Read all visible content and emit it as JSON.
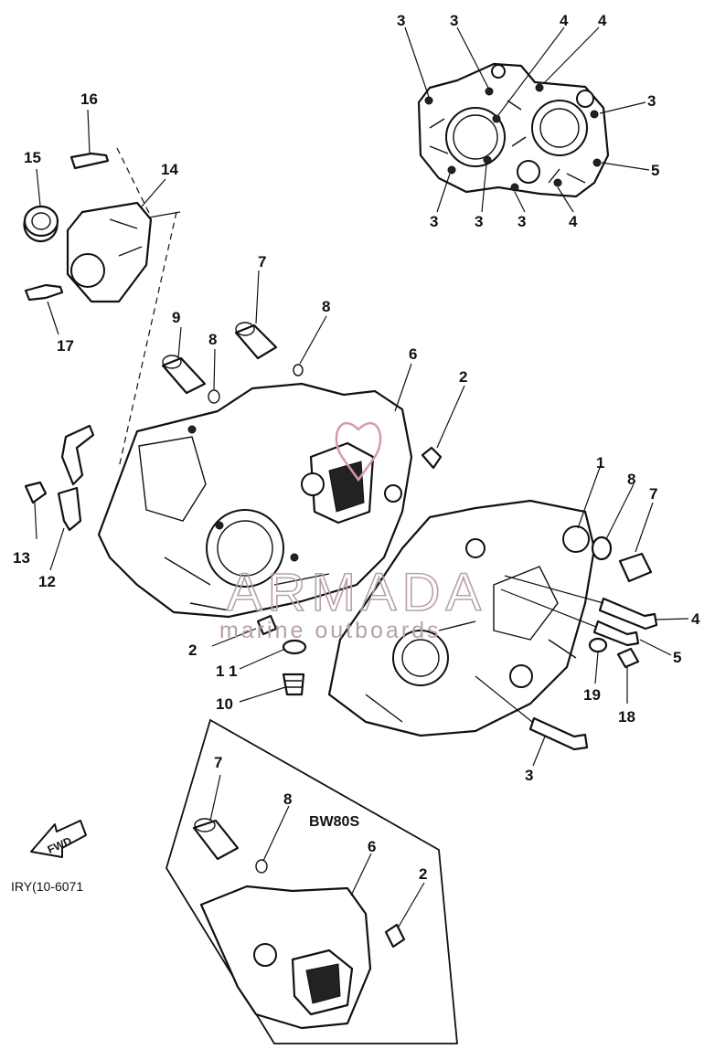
{
  "callouts": {
    "c3a": "3",
    "c3b": "3",
    "c4a": "4",
    "c4b": "4",
    "c3c": "3",
    "c5a": "5",
    "c3d": "3",
    "c3e": "3",
    "c3f": "3",
    "c4c": "4",
    "c16": "16",
    "c15": "15",
    "c14": "14",
    "c17": "17",
    "c7a": "7",
    "c9": "9",
    "c8a": "8",
    "c8b": "8",
    "c6a": "6",
    "c2a": "2",
    "c1": "1",
    "c8c": "8",
    "c7b": "7",
    "c13": "13",
    "c12": "12",
    "c4d": "4",
    "c5b": "5",
    "c19": "19",
    "c18": "18",
    "c2b": "2",
    "c11": "1 1",
    "c10": "10",
    "c3g": "3",
    "c7c": "7",
    "c8d": "8",
    "c6b": "6",
    "c2c": "2"
  },
  "labels": {
    "variant": "BW80S",
    "fwd": "FWD",
    "diagram_code": "IRY(10-6071"
  },
  "watermark": {
    "brand": "ARMADA",
    "tagline": "marine outboards"
  }
}
